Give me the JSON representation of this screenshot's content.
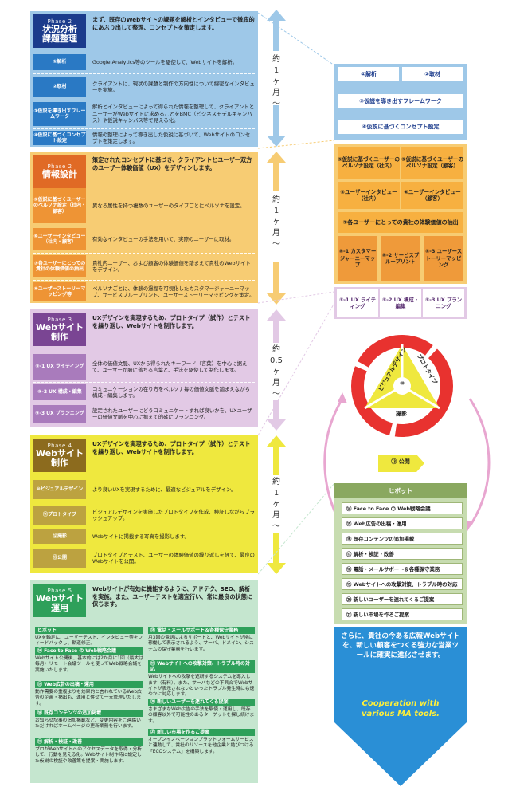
{
  "phases": [
    {
      "phase": "Phase 2",
      "name": "状況分析\n課題整理",
      "desc": "まず、既存のWebサイトの課題を解析とインタビューで徹底的にあぶり出して整理、コンセプトを策定します。",
      "rows": [
        {
          "label": "①解析",
          "text": "Google Analytics等のツールを駆使して、Webサイトを解析。"
        },
        {
          "label": "②取材",
          "text": "クライアントに、現状の課題と制作の方向性について綿密なインタビューを実施。"
        },
        {
          "label": "③仮説を導き出すフレームワーク",
          "text": "解析とインタビューによって得られた情報を整理して、クライアントとユーザーがWebサイトに求めることをBMC（ビジネスモデルキャンバス）や仮説キャンバス等で見える化。"
        },
        {
          "label": "④仮説に基づくコンセプト設定",
          "text": "情報の整理によって導き出した仮説に基づいて、Webサイトのコンセプトを策定します。"
        }
      ]
    },
    {
      "phase": "Phase 2",
      "name": "情報設計",
      "desc": "策定されたコンセプトに基づき、クライアントとユーザー双方のユーザー体験価値（UX）をデザインします。",
      "rows": [
        {
          "label": "⑤仮説に基づくユーザーのペルソナ設定（社内・顧客）",
          "text": "異なる属性を持つ複数のユーザーのタイプごとにペルソナを設定。"
        },
        {
          "label": "⑥ユーザーインタビュー（社内・顧客）",
          "text": "有効なインタビューの手法を用いて、実際のユーザーに取材。"
        },
        {
          "label": "⑦各ユーザーにとっての貴社の体験価値の抽出",
          "text": "貴社内ユーザー、および顧客の体験価値を踏まえて貴社のWebサイトをデザイン。"
        },
        {
          "label": "⑧ユーザーストーリーマッピング等",
          "text": "ペルソナごとに、体験の過程を可視化したカスタマージャーニーマップ、サービスブループリント、ユーザーストーリーマッピングを策定。"
        }
      ]
    },
    {
      "phase": "Phase 3",
      "name": "Webサイト\n制作",
      "desc": "UXデザインを実現するため、プロトタイプ（試作）とテストを繰り返し、Webサイトを制作します。",
      "rows": [
        {
          "label": "⑨-1 UX ライティング",
          "text": "全体の価値文脈、UXから得られたキーワード（言葉）を中心に据えて、ユーザーが腑に落ちる言葉と、手法を駆使して制作します。"
        },
        {
          "label": "⑨-2 UX 構成・編集",
          "text": "コミュニケーションの在り方をペルソナ毎の価値文脈を踏まえながら構成・編集します。"
        },
        {
          "label": "⑨-3 UX プランニング",
          "text": "設定されたユーザーにどうコミュニケートすれば良いかを、UXユーザーの価値文脈を中心に据えて的確にプランニング。"
        }
      ]
    },
    {
      "phase": "Phase 4",
      "name": "Webサイト\n制作",
      "desc": "UXデザインを実現するため、プロトタイプ（試作）とテストを繰り返し、Webサイトを制作します。",
      "rows": [
        {
          "label": "⑩ビジュアルデザイン",
          "text": "より良いUXを実現するために、最適なビジュアルをデザイン。"
        },
        {
          "label": "⑪プロトタイプ",
          "text": "ビジュアルデザインを実施したプロトタイプを作成、検証しながらブラッシュアップ。"
        },
        {
          "label": "⑫撮影",
          "text": "Webサイトに掲載する写真を撮影します。"
        },
        {
          "label": "⑬公開",
          "text": "プロトタイプとテスト、ユーザーの体験価値の繰り返しを経て、最良のWebサイトを公開。"
        }
      ]
    },
    {
      "phase": "Phase 5",
      "name": "Webサイト\n運用",
      "desc": "Webサイトが有効に機能するように、アドテク、SEO、解析を実施。また、ユーザーテストを適宜行い、常に最良の状態に保ちます。"
    }
  ],
  "phase5_blocks_left": [
    {
      "title": "ヒボット",
      "text": "UXを軸足に、ユーザーテスト、インタビュー等をフィードバックし、軌道修正。"
    },
    {
      "title": "⑭ Face to Face の Web戦略会議",
      "text": "Webサイト公開後、基本的には2か月に1回（最大は毎月）リモート会議ツールを使ってWeb戦略会議を実施いたします。"
    },
    {
      "title": "⑮ Web広告の出稿・運用",
      "text": "動作需要の重複よりも効果的と言われているWeb広告の企画・掲出も、運用と併せて一元管理いたします。"
    },
    {
      "title": "⑯ 既存コンテンツの追加掲載",
      "text": "お知らせ記事の追加掲載など、変更内容をご連絡いただければホームページの更新業務を行います。"
    },
    {
      "title": "⑰ 解析・検証・改善",
      "text": "プロがWebサイトへのアクセスデータを取得・分析して、行動を見える化。Webサイト制作時に設定した仮説の検証や改善策を提案・実施します。"
    }
  ],
  "phase5_blocks_right": [
    {
      "title": "⑱ 電話・メールサポート＆各種保守業務",
      "text": "月3回の電話によるサポートと、Webサイトが常に稼働して表示されるよう、サーバ、ドメイン、システムの保守業務を行います。"
    },
    {
      "title": "⑲ Webサイトへの攻撃対策、トラブル時の対応",
      "text": "Webサイトへの攻撃を遮断するシステムを導入します（有料）。また、サーバなどの不具合でWebサイトが表示されないといったトラブル発生時にも速やかに対応します。"
    },
    {
      "title": "⑳ 新しいユーザーを連れてくる提案",
      "text": "さまざまなWeb広告の手法を駆使・運用し、既存の顧客以外で可能性のあるターゲットを探し続けます。"
    },
    {
      "title": "㉑ 新しい市場を作るご提案",
      "text": "オープンイノベーションプラットフォームサービスと連動して、貴社のリソースを他企業と結びつける「ECOシステム」を構築します。"
    }
  ],
  "durations": [
    "約\n1\nヶ\n月\n〜",
    "約\n1\nヶ\n月\n〜",
    "約\n0.5\nヶ\n月\n〜",
    "約\n1\nヶ\n月\n〜"
  ],
  "right": {
    "top_pair": [
      "①解析",
      "②取材"
    ],
    "frame": "③仮説を導き出すフレームワーク",
    "concept": "④仮説に基づくコンセプト設定",
    "persona": [
      "⑤仮説に基づくユーザーのペルソナ設定（社内）",
      "⑤仮説に基づくユーザーのペルソナ設定（顧客）"
    ],
    "interview": [
      "⑥ユーザーインタビュー（社内）",
      "⑥ユーザーインタビュー（顧客）"
    ],
    "value": "⑦各ユーザーにとっての貴社の体験価値の抽出",
    "maps": [
      "⑧-1 カスタマージャーニーマップ",
      "⑧-2 サービスブループリント",
      "⑧-3 ユーザーストーリーマッピング"
    ],
    "ux": [
      "⑨-1 UX ライティング",
      "⑨-2 UX 構成・編集",
      "⑨-3 UX プランニング"
    ],
    "cycle": {
      "center": "⑩",
      "left": "ビジュアルデザイン",
      "right": "プロトタイプ",
      "bottom": "撮影"
    },
    "publish": "⑬ 公開",
    "hibot_title": "ヒボット",
    "hibot_items": [
      "⑭ Face to Face の Web戦略会議",
      "⑮ Web広告の出稿・運用",
      "⑯ 既存コンテンツの追加掲載",
      "⑰ 解析・検証・改善",
      "⑱ 電話・メールサポート＆各種保守業務",
      "⑲ Webサイトへの攻撃対策、トラブル時の対応",
      "⑳ 新しいユーザーを連れてくるご提案",
      "㉑ 新しい市場を作るご提案"
    ],
    "closing": "さらに、貴社の今ある広報Webサイトを、新しい顧客をつくる強力な営業ツールに確実に進化させます。",
    "cta": "Cooperation with various MA tools."
  }
}
